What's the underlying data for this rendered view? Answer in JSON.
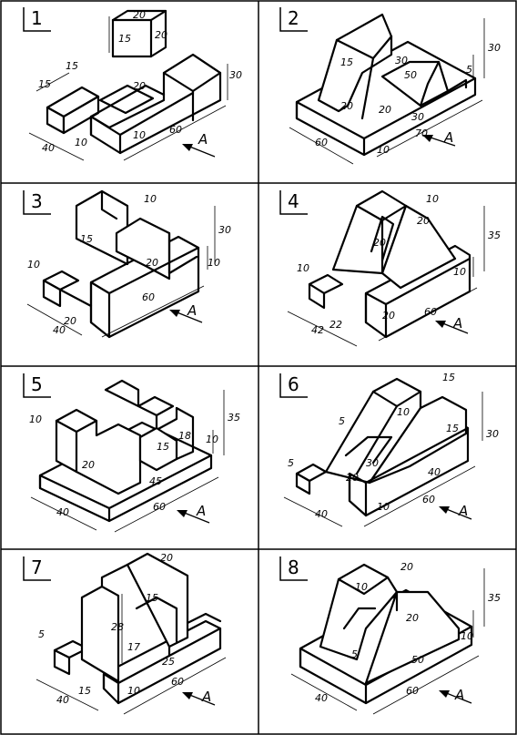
{
  "arrow_label": "A",
  "panels": [
    {
      "num": "1",
      "dims": [
        "20",
        "15",
        "20",
        "15",
        "15",
        "20",
        "30",
        "40",
        "10",
        "10",
        "60"
      ]
    },
    {
      "num": "2",
      "dims": [
        "15",
        "30",
        "50",
        "5",
        "30",
        "20",
        "30",
        "20",
        "70",
        "60",
        "10"
      ]
    },
    {
      "num": "3",
      "dims": [
        "10",
        "15",
        "20",
        "30",
        "10",
        "10",
        "20",
        "60",
        "40"
      ]
    },
    {
      "num": "4",
      "dims": [
        "10",
        "20",
        "20",
        "35",
        "10",
        "10",
        "22",
        "20",
        "60",
        "42"
      ]
    },
    {
      "num": "5",
      "dims": [
        "10",
        "15",
        "18",
        "35",
        "10",
        "20",
        "45",
        "60",
        "40"
      ]
    },
    {
      "num": "6",
      "dims": [
        "15",
        "5",
        "10",
        "15",
        "30",
        "20",
        "30",
        "40",
        "5",
        "60",
        "40",
        "10"
      ]
    },
    {
      "num": "7",
      "dims": [
        "20",
        "15",
        "28",
        "17",
        "25",
        "5",
        "15",
        "40",
        "10",
        "60"
      ]
    },
    {
      "num": "8",
      "dims": [
        "20",
        "10",
        "20",
        "35",
        "10",
        "5",
        "50",
        "40",
        "60"
      ]
    }
  ]
}
